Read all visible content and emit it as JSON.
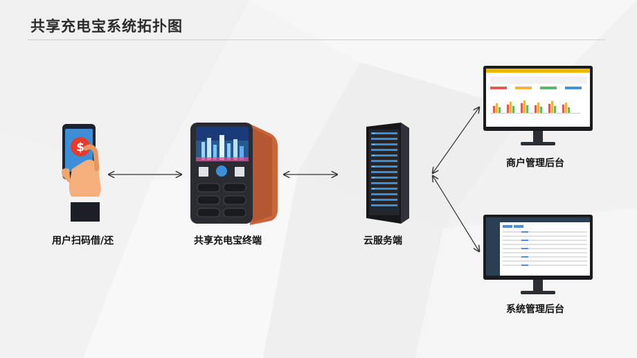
{
  "page": {
    "title": "共享充电宝系统拓扑图"
  },
  "nodes": {
    "user": {
      "label": "用户扫码借/还",
      "icon": "phone-hand-icon"
    },
    "terminal": {
      "label": "共享充电宝终端",
      "icon": "charging-kiosk-icon"
    },
    "cloud": {
      "label": "云服务端",
      "icon": "server-rack-icon"
    },
    "merchant": {
      "label": "商户管理后台",
      "icon": "dashboard-monitor-icon"
    },
    "system": {
      "label": "系统管理后台",
      "icon": "admin-monitor-icon"
    }
  },
  "links": [
    {
      "from": "user",
      "to": "terminal",
      "direction": "bidirectional"
    },
    {
      "from": "terminal",
      "to": "cloud",
      "direction": "bidirectional"
    },
    {
      "from": "cloud",
      "to": "merchant",
      "direction": "bidirectional"
    },
    {
      "from": "cloud",
      "to": "system",
      "direction": "bidirectional"
    }
  ],
  "colors": {
    "accent_orange": "#c8663a",
    "phone_red": "#e63a2b",
    "server_dark": "#23262b",
    "server_blue": "#3b8fd6"
  }
}
